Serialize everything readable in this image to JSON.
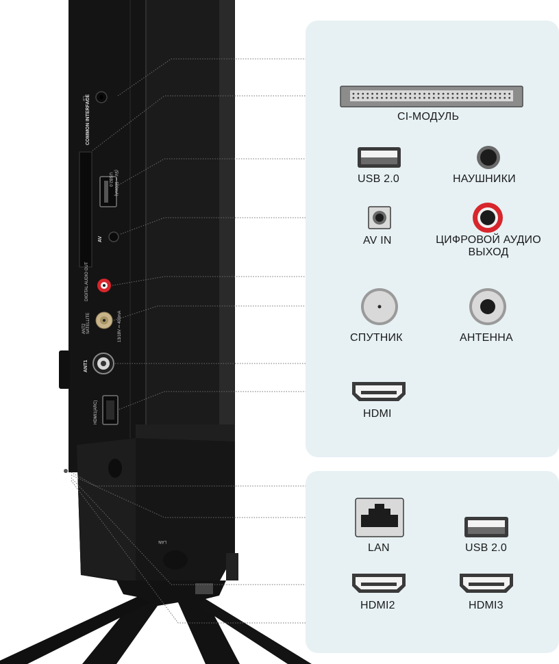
{
  "connectors_side": [
    {
      "id": "ci",
      "label": "CI-МОДУЛЬ"
    },
    {
      "id": "usb1",
      "label": "USB 2.0"
    },
    {
      "id": "headphones",
      "label": "НАУШНИКИ"
    },
    {
      "id": "av",
      "label": "AV IN"
    },
    {
      "id": "digital",
      "label": "ЦИФРОВОЙ АУДИО ВЫХОД"
    },
    {
      "id": "satellite",
      "label": "СПУТНИК"
    },
    {
      "id": "antenna",
      "label": "АНТЕННА"
    },
    {
      "id": "hdmi1",
      "label": "HDMI"
    }
  ],
  "connectors_bottom": [
    {
      "id": "lan",
      "label": "LAN"
    },
    {
      "id": "usb2",
      "label": "USB 2.0"
    },
    {
      "id": "hdmi2",
      "label": "HDMI2"
    },
    {
      "id": "hdmi3",
      "label": "HDMI3"
    }
  ],
  "tv_markings": {
    "common_interface": "COMMON INTERFACE",
    "usb": "USB2.0",
    "usb_rating": "(5V ⎓ 500mA)",
    "av": "AV",
    "digital_audio_out": "DIGITAL AUDIO OUT",
    "ant2": "ANT2",
    "satellite": "SATELLITE",
    "sat_rating": "13/18V ⎓ 400mA",
    "ant1": "ANT1",
    "hdmi1_arc": "HDMI1(ARC)",
    "lan": "LAN"
  },
  "colors": {
    "panel": "#e7f1f4",
    "tv_body": "#151515",
    "rca_red": "#d7262c",
    "coax_gold": "#c9b58a"
  }
}
